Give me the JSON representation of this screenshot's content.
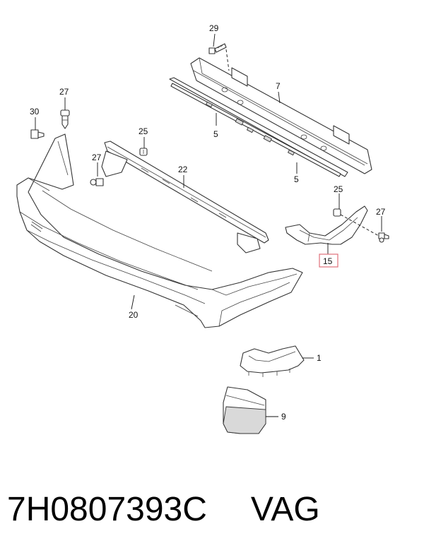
{
  "callouts": {
    "c1": "1",
    "c5a": "5",
    "c5b": "5",
    "c7": "7",
    "c9": "9",
    "c15": "15",
    "c20": "20",
    "c22": "22",
    "c25a": "25",
    "c25b": "25",
    "c27a": "27",
    "c27b": "27",
    "c27c": "27",
    "c29": "29",
    "c30": "30"
  },
  "footer": {
    "part_number": "7H0807393C",
    "brand": "VAG"
  },
  "colors": {
    "highlight_box": "#e0707a",
    "line": "#333333",
    "text": "#000000"
  }
}
